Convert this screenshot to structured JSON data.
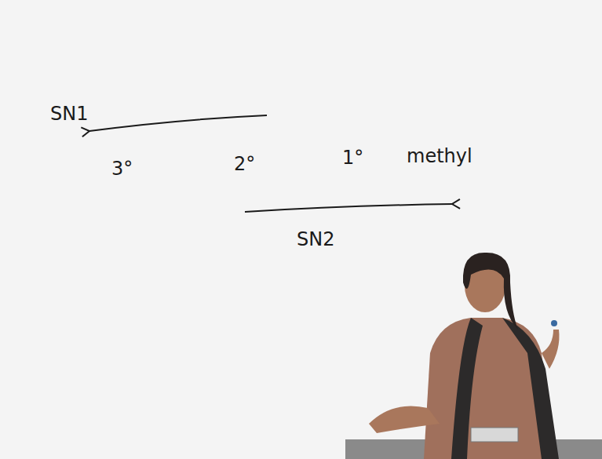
{
  "diagram": {
    "labels": [
      "SN1",
      "3°",
      "2°",
      "1°",
      "methyl",
      "SN2"
    ]
  }
}
